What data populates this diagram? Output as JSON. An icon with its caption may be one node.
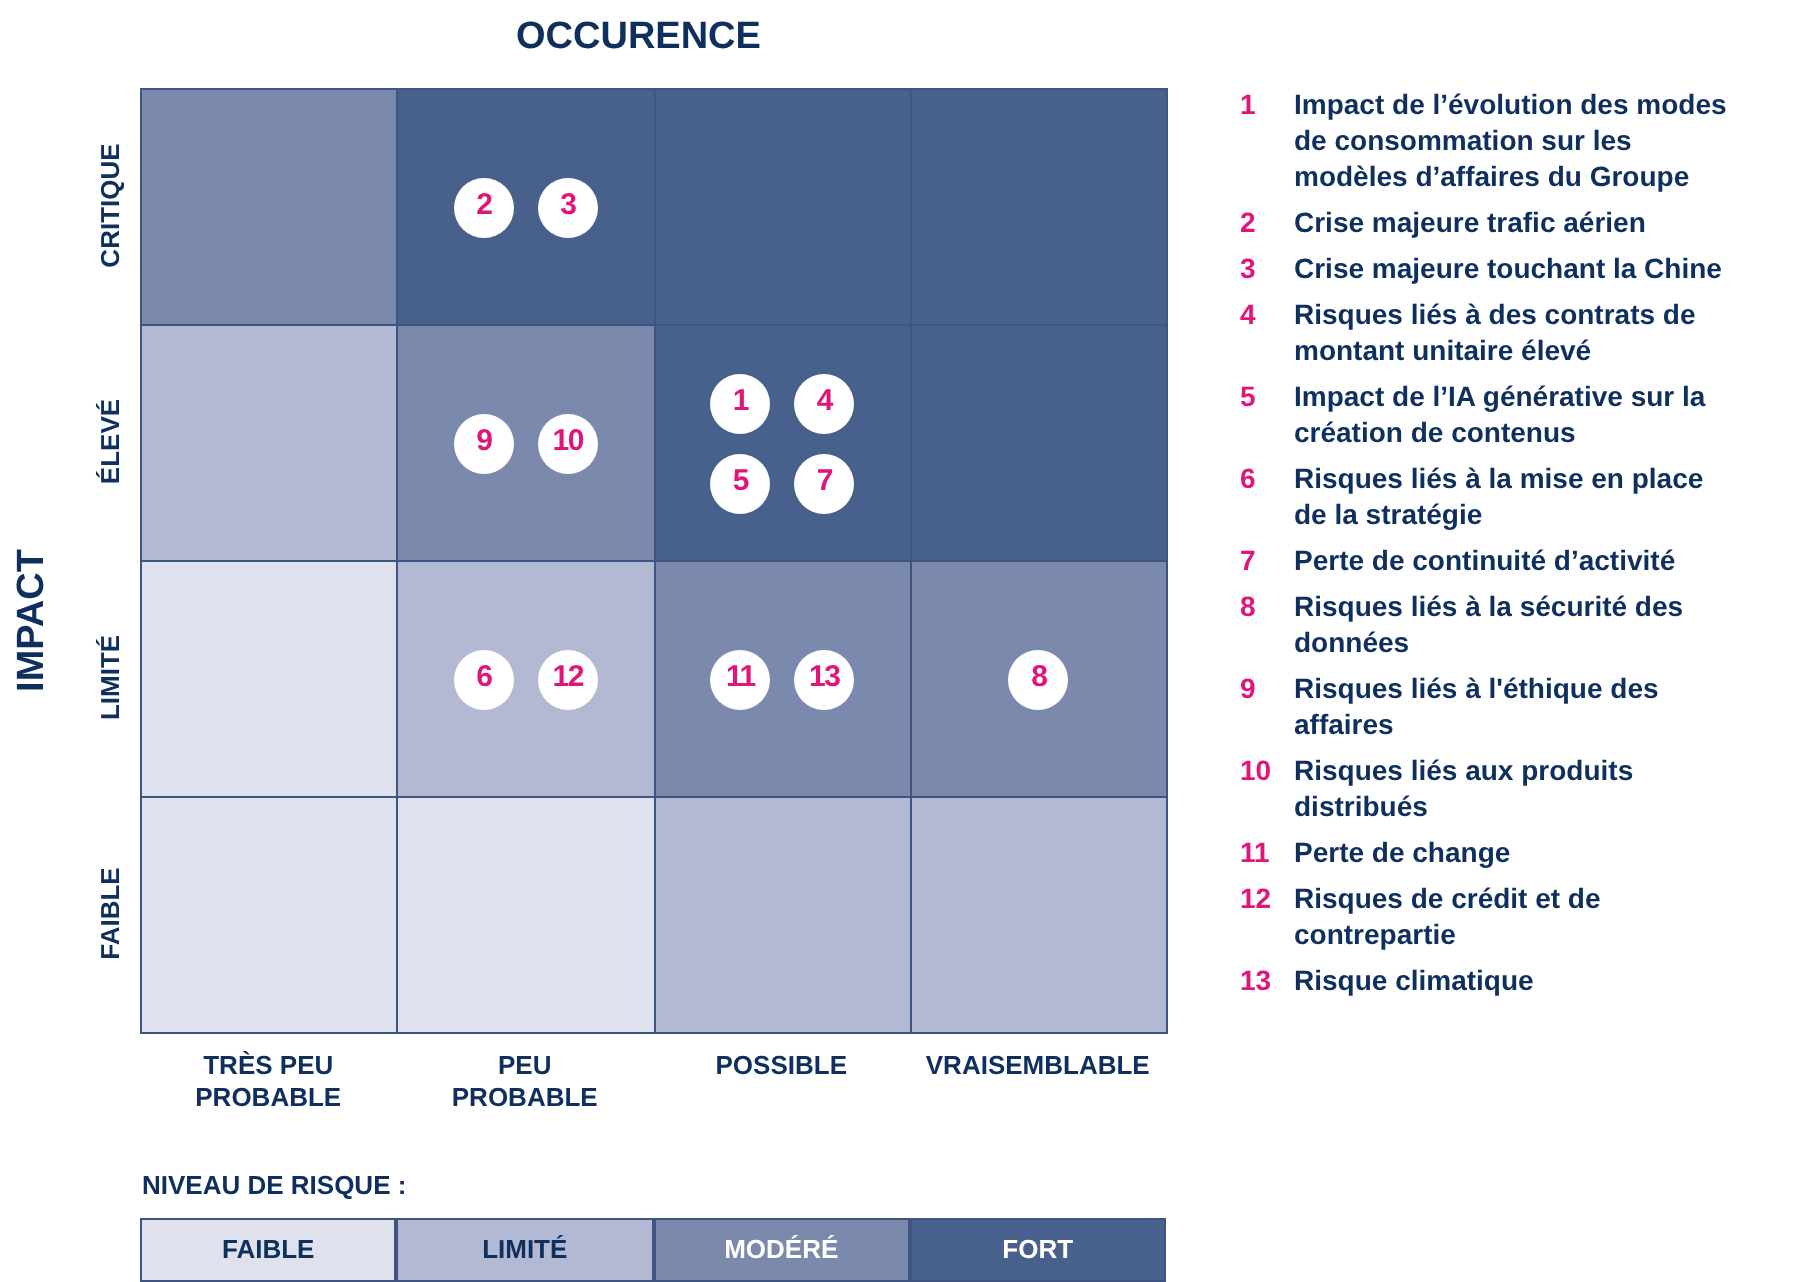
{
  "diagram": {
    "nodes": [
      {
        "text": [],
        "shape": "box"
      },
      {
        "text": [],
        "shape": "box"
      },
      {
        "text": [],
        "shape": "box"
      },
      {
        "text": [],
        "shape": "box"
      },
      {
        "text": [],
        "shape": "box"
      },
      {
        "text": [],
        "shape": "box"
      },
      {
        "text": [],
        "shape": "box"
      },
      {
        "text": [],
        "shape": "box"
      },
      {
        "text": [],
        "shape": "box"
      },
      {
        "text": [],
        "shape": "box"
      },
      {
        "text": [],
        "shape": "box"
      },
      {
        "text": [],
        "shape": "box"
      },
      {
        "text": [],
        "shape": "box"
      },
      {
        "text": [],
        "shape": "box"
      },
      {
        "text": [],
        "shape": "box"
      },
      {
        "text": [],
        "shape": "box"
      },
      {
        "text": [
          "2"
        ],
        "in": 1
      },
      {
        "text": [
          "3"
        ],
        "in": 1
      },
      {
        "text": [
          "9"
        ],
        "in": 5
      },
      {
        "text": [
          "10"
        ],
        "in": 5
      },
      {
        "text": [
          "1"
        ],
        "in": 6
      },
      {
        "text": [
          "4"
        ],
        "in": 6
      },
      {
        "text": [
          "5"
        ],
        "in": 6
      },
      {
        "text": [
          "7"
        ],
        "in": 6
      },
      {
        "text": [
          "6"
        ],
        "in": 9
      },
      {
        "text": [
          "12"
        ],
        "in": 9
      },
      {
        "text": [
          "11"
        ],
        "in": 10
      },
      {
        "text": [
          "13"
        ],
        "in": 10
      },
      {
        "text": [
          "8"
        ],
        "in": 11
      }
    ],
    "labels": [
      "OCCURENCE",
      "CRITIQUE",
      "ÉLEVÉ",
      "LIMITÉ",
      "FAIBLE",
      "IMPACT",
      "TRÈS PEU PROBABLE",
      "PEU PROBABLE",
      "POSSIBLE",
      "VRAISEMBLABLE",
      "NIVEAU DE RISQUE :",
      "1",
      "Impact de l’évolution des modes de consommation sur les modèles d’affaires du Groupe",
      "2",
      "Crise majeure trafic aérien",
      "3",
      "Crise majeure touchant la Chine",
      "4",
      "Risques liés à des contrats de montant unitaire élevé",
      "5",
      "Impact de l’IA générative sur la création de contenus",
      "6",
      "Risques liés à la mise en place de la stratégie",
      "7",
      "Perte de continuité d’activité",
      "8",
      "Risques liés à la sécurité des données",
      "9",
      "Risques liés à l'éthique des affaires",
      "10",
      "Risques liés aux produits distribués",
      "11",
      "Perte de change",
      "12",
      "Risques de crédit et de contrepartie",
      "13",
      "Risque climatique"
    ],
    "legend": [
      {
        "text": "FAIBLE",
        "color": "#dfe1ed"
      },
      {
        "text": "LIMITÉ",
        "color": "#b3b8d3"
      },
      {
        "text": "MODÉRÉ",
        "color": "#7b89ac"
      },
      {
        "text": "FORT",
        "color": "#48608c"
      }
    ]
  }
}
